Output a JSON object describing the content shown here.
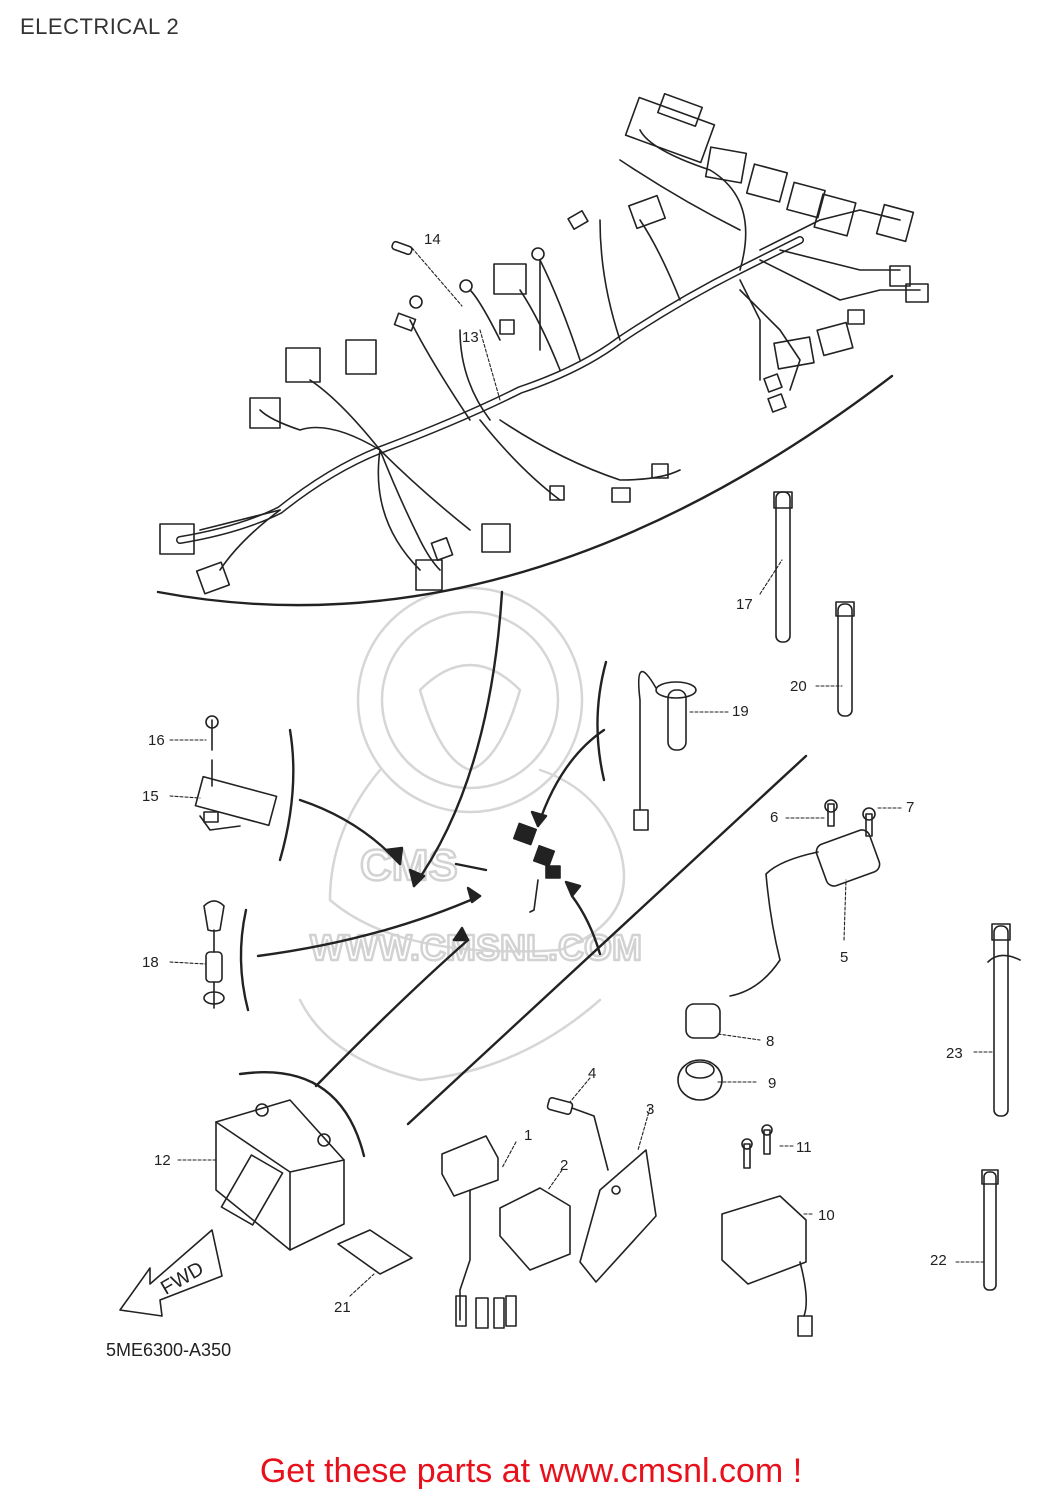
{
  "title": "ELECTRICAL 2",
  "diagram_code": "5ME6300-A350",
  "footer_link": "Get these parts at www.cmsnl.com !",
  "watermark": {
    "brand": "CMS",
    "url": "WWW.CMSNL.COM"
  },
  "fwd_label": "FWD",
  "callouts": {
    "c1": "1",
    "c2": "2",
    "c3": "3",
    "c4": "4",
    "c5": "5",
    "c6": "6",
    "c7": "7",
    "c8": "8",
    "c9": "9",
    "c10": "10",
    "c11": "11",
    "c12": "12",
    "c13": "13",
    "c14": "14",
    "c15": "15",
    "c16": "16",
    "c17": "17",
    "c18": "18",
    "c19": "19",
    "c20": "20",
    "c21": "21",
    "c22": "22",
    "c23": "23"
  },
  "colors": {
    "link": "#e8101a",
    "line": "#222222",
    "watermark": "#d2d2d2"
  }
}
